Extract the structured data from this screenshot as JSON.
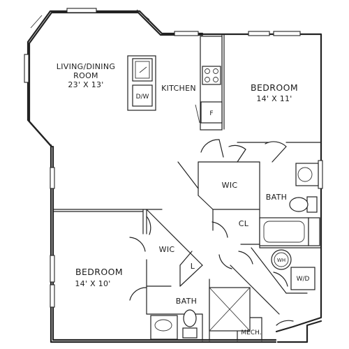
{
  "rooms": {
    "living_dining": {
      "name_line1": "LIVING/DINING",
      "name_line2": "ROOM",
      "size": "23' X 13'"
    },
    "kitchen": {
      "name": "KITCHEN"
    },
    "bedroom_1": {
      "name": "BEDROOM",
      "size": "14' X 11'"
    },
    "bedroom_2": {
      "name": "BEDROOM",
      "size": "14' X 10'"
    },
    "wic_1": {
      "name": "WIC"
    },
    "wic_2": {
      "name": "WIC"
    },
    "bath_1": {
      "name": "BATH"
    },
    "bath_2": {
      "name": "BATH"
    },
    "closet": {
      "name": "CL"
    },
    "linen": {
      "name": "L"
    },
    "mech": {
      "name": "MECH."
    }
  },
  "fixtures": {
    "dishwasher": "D/W",
    "fridge": "F",
    "water_heater": "WH",
    "washer_dryer": "W/D"
  }
}
